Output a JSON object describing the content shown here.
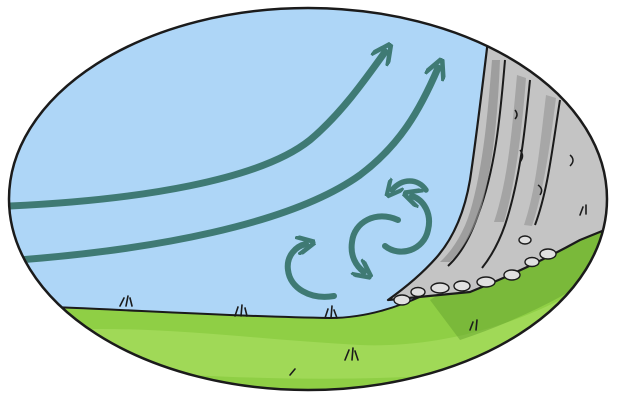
{
  "colors": {
    "sky": "#aed6f7",
    "grass": "#8fcf45",
    "grass_dark": "#6aa832",
    "tree": "#c4c4c4",
    "tree_shadow": "#8f8f8f",
    "outline": "#1b1b1b",
    "arrow": "#3f7a74"
  },
  "icons": {
    "wind_flow": "straight-wind-arrow",
    "turbulence": "swirl-arrow"
  },
  "scene": {
    "straight_wind_arrows": 2,
    "turbulence_swirls": 4
  }
}
